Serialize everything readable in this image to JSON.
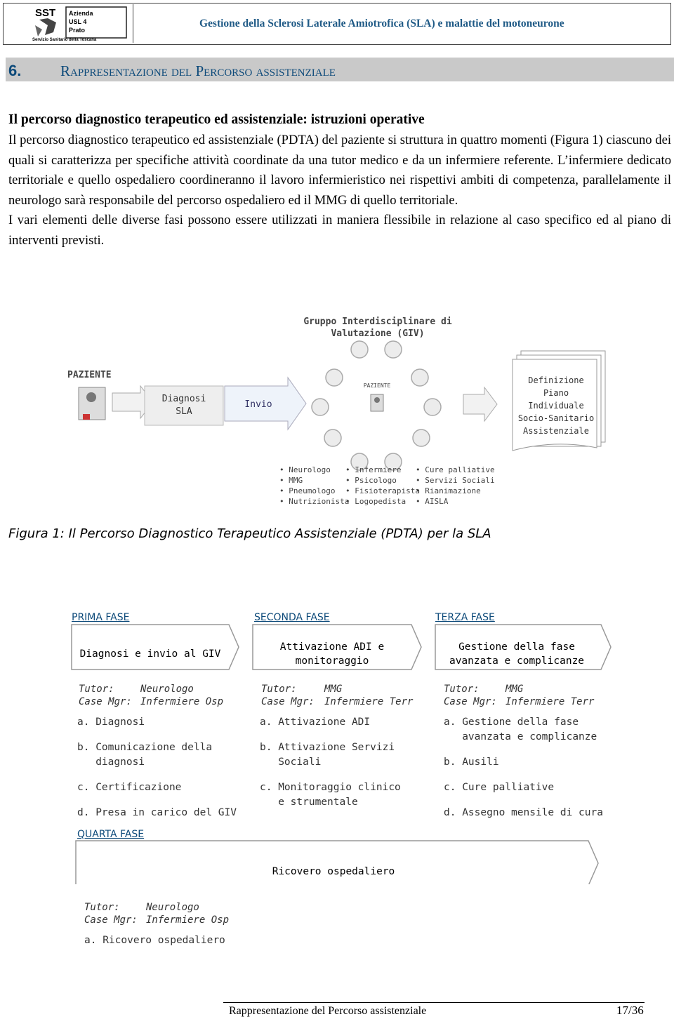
{
  "header": {
    "logo_text": "SST Azienda USL 4 Prato Servizio Sanitario della Toscana",
    "title": "Gestione della Sclerosi Laterale Amiotrofica (SLA) e malattie del motoneurone"
  },
  "section": {
    "number": "6.",
    "title": "Rappresentazione del Percorso assistenziale"
  },
  "subheading": "Il percorso diagnostico terapeutico ed assistenziale: istruzioni operative",
  "paragraphs": [
    "Il percorso diagnostico terapeutico ed assistenziale (PDTA) del paziente si struttura in quattro momenti (Figura 1) ciascuno dei quali si caratterizza per specifiche attività coordinate da una tutor medico e da un infermiere referente. L’infermiere dedicato territoriale e quello ospedaliero coordineranno il lavoro infermieristico nei rispettivi ambiti di competenza, parallelamente il neurologo sarà responsabile del percorso ospedaliero ed il MMG di quello territoriale.",
    "I vari elementi delle diverse fasi possono essere utilizzati in maniera flessibile in relazione al caso specifico ed al piano di interventi previsti."
  ],
  "figure1": {
    "giv_title_1": "Gruppo Interdisciplinare di",
    "giv_title_2": "Valutazione (GIV)",
    "paziente": "PAZIENTE",
    "diagnosi_1": "Diagnosi",
    "diagnosi_2": "SLA",
    "invio": "Invio",
    "center_label": "PAZIENTE",
    "definizione_1": "Definizione",
    "definizione_2": "Piano",
    "definizione_3": "Individuale",
    "definizione_4": "Socio-Sanitario",
    "definizione_5": "Assistenziale",
    "list_col1": [
      "• Neurologo",
      "• MMG",
      "• Pneumologo",
      "• Nutrizionista"
    ],
    "list_col2": [
      "• Infermiere",
      "• Psicologo",
      "• Fisioterapista",
      "• Logopedista"
    ],
    "list_col3": [
      "• Cure palliative",
      "• Servizi Sociali",
      "• Rianimazione",
      "• AISLA"
    ],
    "caption": "Figura 1: Il Percorso Diagnostico Terapeutico Assistenziale (PDTA) per la SLA"
  },
  "phases": [
    {
      "label": "PRIMA FASE",
      "box": [
        "Diagnosi e invio al GIV"
      ],
      "tutor_label": "Tutor:",
      "tutor": "Neurologo",
      "mgr_label": "Case Mgr:",
      "mgr": "Infermiere Osp",
      "items": [
        "a. Diagnosi",
        "b. Comunicazione della",
        "   diagnosi",
        "c. Certificazione",
        "d. Presa in carico del GIV"
      ]
    },
    {
      "label": "SECONDA FASE",
      "box": [
        "Attivazione ADI e",
        "monitoraggio"
      ],
      "tutor_label": "Tutor:",
      "tutor": "MMG",
      "mgr_label": "Case Mgr:",
      "mgr": "Infermiere Terr",
      "items": [
        "a. Attivazione ADI",
        "b. Attivazione Servizi",
        "   Sociali",
        "c. Monitoraggio clinico",
        "   e strumentale"
      ]
    },
    {
      "label": "TERZA FASE",
      "box": [
        "Gestione della fase",
        "avanzata e complicanze"
      ],
      "tutor_label": "Tutor:",
      "tutor": "MMG",
      "mgr_label": "Case Mgr:",
      "mgr": "Infermiere Terr",
      "items": [
        "a. Gestione della fase",
        "   avanzata e complicanze",
        "b. Ausili",
        "c. Cure palliative",
        "d. Assegno mensile di cura"
      ]
    },
    {
      "label": "QUARTA FASE",
      "box": [
        "Ricovero ospedaliero"
      ],
      "tutor_label": "Tutor:",
      "tutor": "Neurologo",
      "mgr_label": "Case Mgr:",
      "mgr": "Infermiere Osp",
      "items": [
        "a. Ricovero ospedaliero"
      ]
    }
  ],
  "footer": {
    "text": "Rappresentazione del Percorso assistenziale",
    "page": "17/36"
  }
}
